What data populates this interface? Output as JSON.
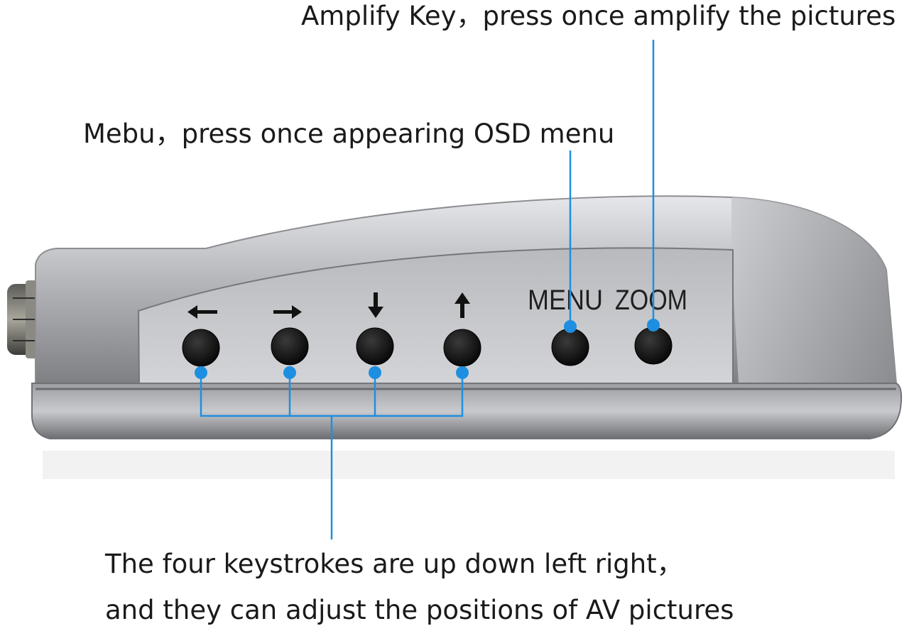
{
  "captions": {
    "amplify": "Amplify Key，press once amplify the pictures",
    "menu": "Mebu，press once appearing OSD menu",
    "four_line1": "The four keystrokes are up down left right，",
    "four_line2": "and they can adjust the positions of AV pictures"
  },
  "device": {
    "buttons": [
      {
        "name": "left-button",
        "icon": "arrow-left-icon"
      },
      {
        "name": "right-button",
        "icon": "arrow-right-icon"
      },
      {
        "name": "down-button",
        "icon": "arrow-down-icon"
      },
      {
        "name": "up-button",
        "icon": "arrow-up-icon"
      },
      {
        "name": "menu-button",
        "label": "MENU"
      },
      {
        "name": "zoom-button",
        "label": "ZOOM"
      }
    ],
    "labels": {
      "menu": "MENU",
      "zoom": "ZOOM"
    }
  },
  "colors": {
    "callout": "#1e8fe0",
    "body": "#a9aaae",
    "panel": "#c4c5c9",
    "button": "#111111",
    "text": "#1a1a1a"
  }
}
